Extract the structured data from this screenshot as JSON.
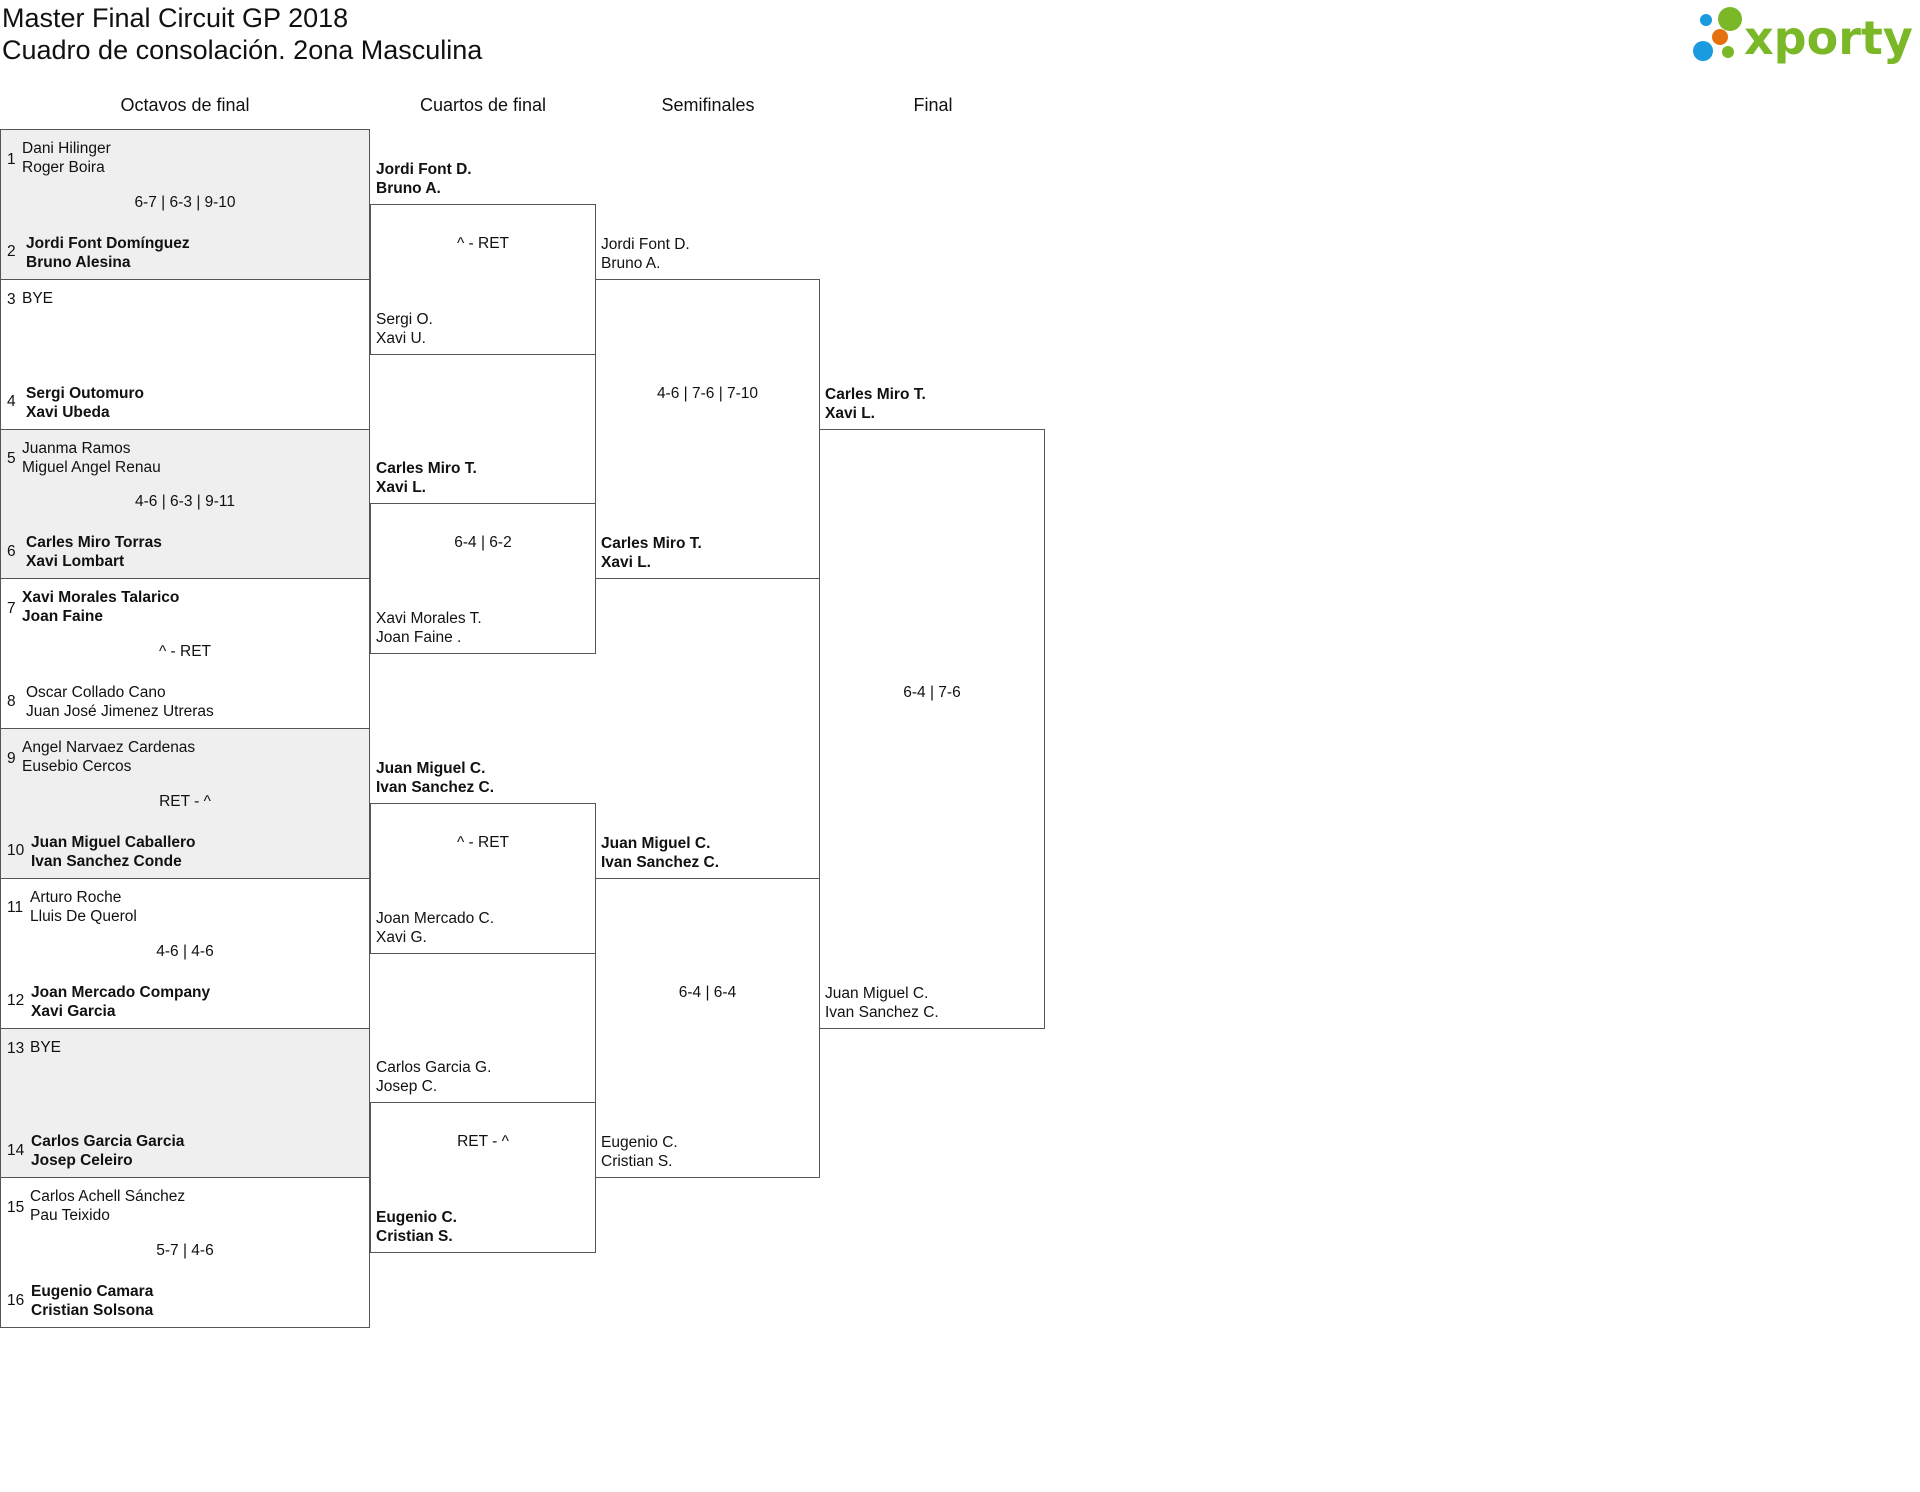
{
  "header": {
    "title": "Master Final Circuit GP 2018",
    "subtitle": "Cuadro de consolación. 2ona Masculina",
    "logo_text": "xporty",
    "logo_colors": {
      "green": "#7ab828",
      "blue": "#1a9be0",
      "orange": "#e5720f"
    }
  },
  "round_headers": [
    "Octavos de final",
    "Cuartos de final",
    "Semifinales",
    "Final"
  ],
  "colors": {
    "shade": "#efefef",
    "border": "#555555"
  },
  "r1": [
    {
      "top_seed": "1",
      "top": [
        "Dani Hilinger",
        "Roger Boira"
      ],
      "top_bold": false,
      "bottom_seed": "2",
      "bottom": [
        "Jordi Font Domínguez",
        "Bruno Alesina"
      ],
      "bottom_bold": true,
      "score": "6-7 | 6-3 | 9-10"
    },
    {
      "top_seed": "3",
      "top": [
        "BYE"
      ],
      "top_bold": false,
      "bottom_seed": "4",
      "bottom": [
        "Sergi Outomuro",
        "Xavi Ubeda"
      ],
      "bottom_bold": true,
      "score": ""
    },
    {
      "top_seed": "5",
      "top": [
        "Juanma Ramos",
        "Miguel Angel Renau"
      ],
      "top_bold": false,
      "bottom_seed": "6",
      "bottom": [
        "Carles Miro Torras",
        "Xavi Lombart"
      ],
      "bottom_bold": true,
      "score": "4-6 | 6-3 | 9-11"
    },
    {
      "top_seed": "7",
      "top": [
        "Xavi Morales Talarico",
        "Joan Faine"
      ],
      "top_bold": true,
      "bottom_seed": "8",
      "bottom": [
        "Oscar Collado Cano",
        "Juan José Jimenez Utreras"
      ],
      "bottom_bold": false,
      "score": "^ - RET"
    },
    {
      "top_seed": "9",
      "top": [
        "Angel Narvaez Cardenas",
        "Eusebio Cercos"
      ],
      "top_bold": false,
      "bottom_seed": "10",
      "bottom": [
        "Juan Miguel Caballero",
        "Ivan Sanchez Conde"
      ],
      "bottom_bold": true,
      "score": "RET - ^"
    },
    {
      "top_seed": "11",
      "top": [
        "Arturo Roche",
        "Lluis De Querol"
      ],
      "top_bold": false,
      "bottom_seed": "12",
      "bottom": [
        "Joan Mercado Company",
        "Xavi Garcia"
      ],
      "bottom_bold": true,
      "score": "4-6 | 4-6"
    },
    {
      "top_seed": "13",
      "top": [
        "BYE"
      ],
      "top_bold": false,
      "bottom_seed": "14",
      "bottom": [
        "Carlos Garcia Garcia",
        "Josep Celeiro"
      ],
      "bottom_bold": true,
      "score": ""
    },
    {
      "top_seed": "15",
      "top": [
        "Carlos Achell Sánchez",
        "Pau Teixido"
      ],
      "top_bold": false,
      "bottom_seed": "16",
      "bottom": [
        "Eugenio Camara",
        "Cristian Solsona"
      ],
      "bottom_bold": true,
      "score": "5-7 | 4-6"
    }
  ],
  "r2": [
    {
      "top": [
        "Jordi Font D.",
        "Bruno A."
      ],
      "top_bold": true,
      "bottom": [
        "Sergi O.",
        "Xavi U."
      ],
      "bottom_bold": false,
      "score": "^ - RET"
    },
    {
      "top": [
        "Carles Miro T.",
        "Xavi L."
      ],
      "top_bold": true,
      "bottom": [
        "Xavi Morales T.",
        "Joan Faine ."
      ],
      "bottom_bold": false,
      "score": "6-4 | 6-2"
    },
    {
      "top": [
        "Juan Miguel C.",
        "Ivan Sanchez C."
      ],
      "top_bold": true,
      "bottom": [
        "Joan Mercado C.",
        "Xavi G."
      ],
      "bottom_bold": false,
      "score": "^ - RET"
    },
    {
      "top": [
        "Carlos Garcia G.",
        "Josep C."
      ],
      "top_bold": false,
      "bottom": [
        "Eugenio C.",
        "Cristian S."
      ],
      "bottom_bold": true,
      "score": "RET - ^"
    }
  ],
  "r3": [
    {
      "top": [
        "Jordi Font D.",
        "Bruno A."
      ],
      "top_bold": false,
      "bottom": [
        "Carles Miro T.",
        "Xavi L."
      ],
      "bottom_bold": true,
      "score": "4-6 | 7-6 | 7-10"
    },
    {
      "top": [
        "Juan Miguel C.",
        "Ivan Sanchez C."
      ],
      "top_bold": true,
      "bottom": [
        "Eugenio C.",
        "Cristian S."
      ],
      "bottom_bold": false,
      "score": "6-4 | 6-4"
    }
  ],
  "final": [
    {
      "top": [
        "Carles Miro T.",
        "Xavi L."
      ],
      "top_bold": true,
      "bottom": [
        "Juan Miguel C.",
        "Ivan Sanchez C."
      ],
      "bottom_bold": false,
      "score": "6-4 | 7-6"
    }
  ]
}
